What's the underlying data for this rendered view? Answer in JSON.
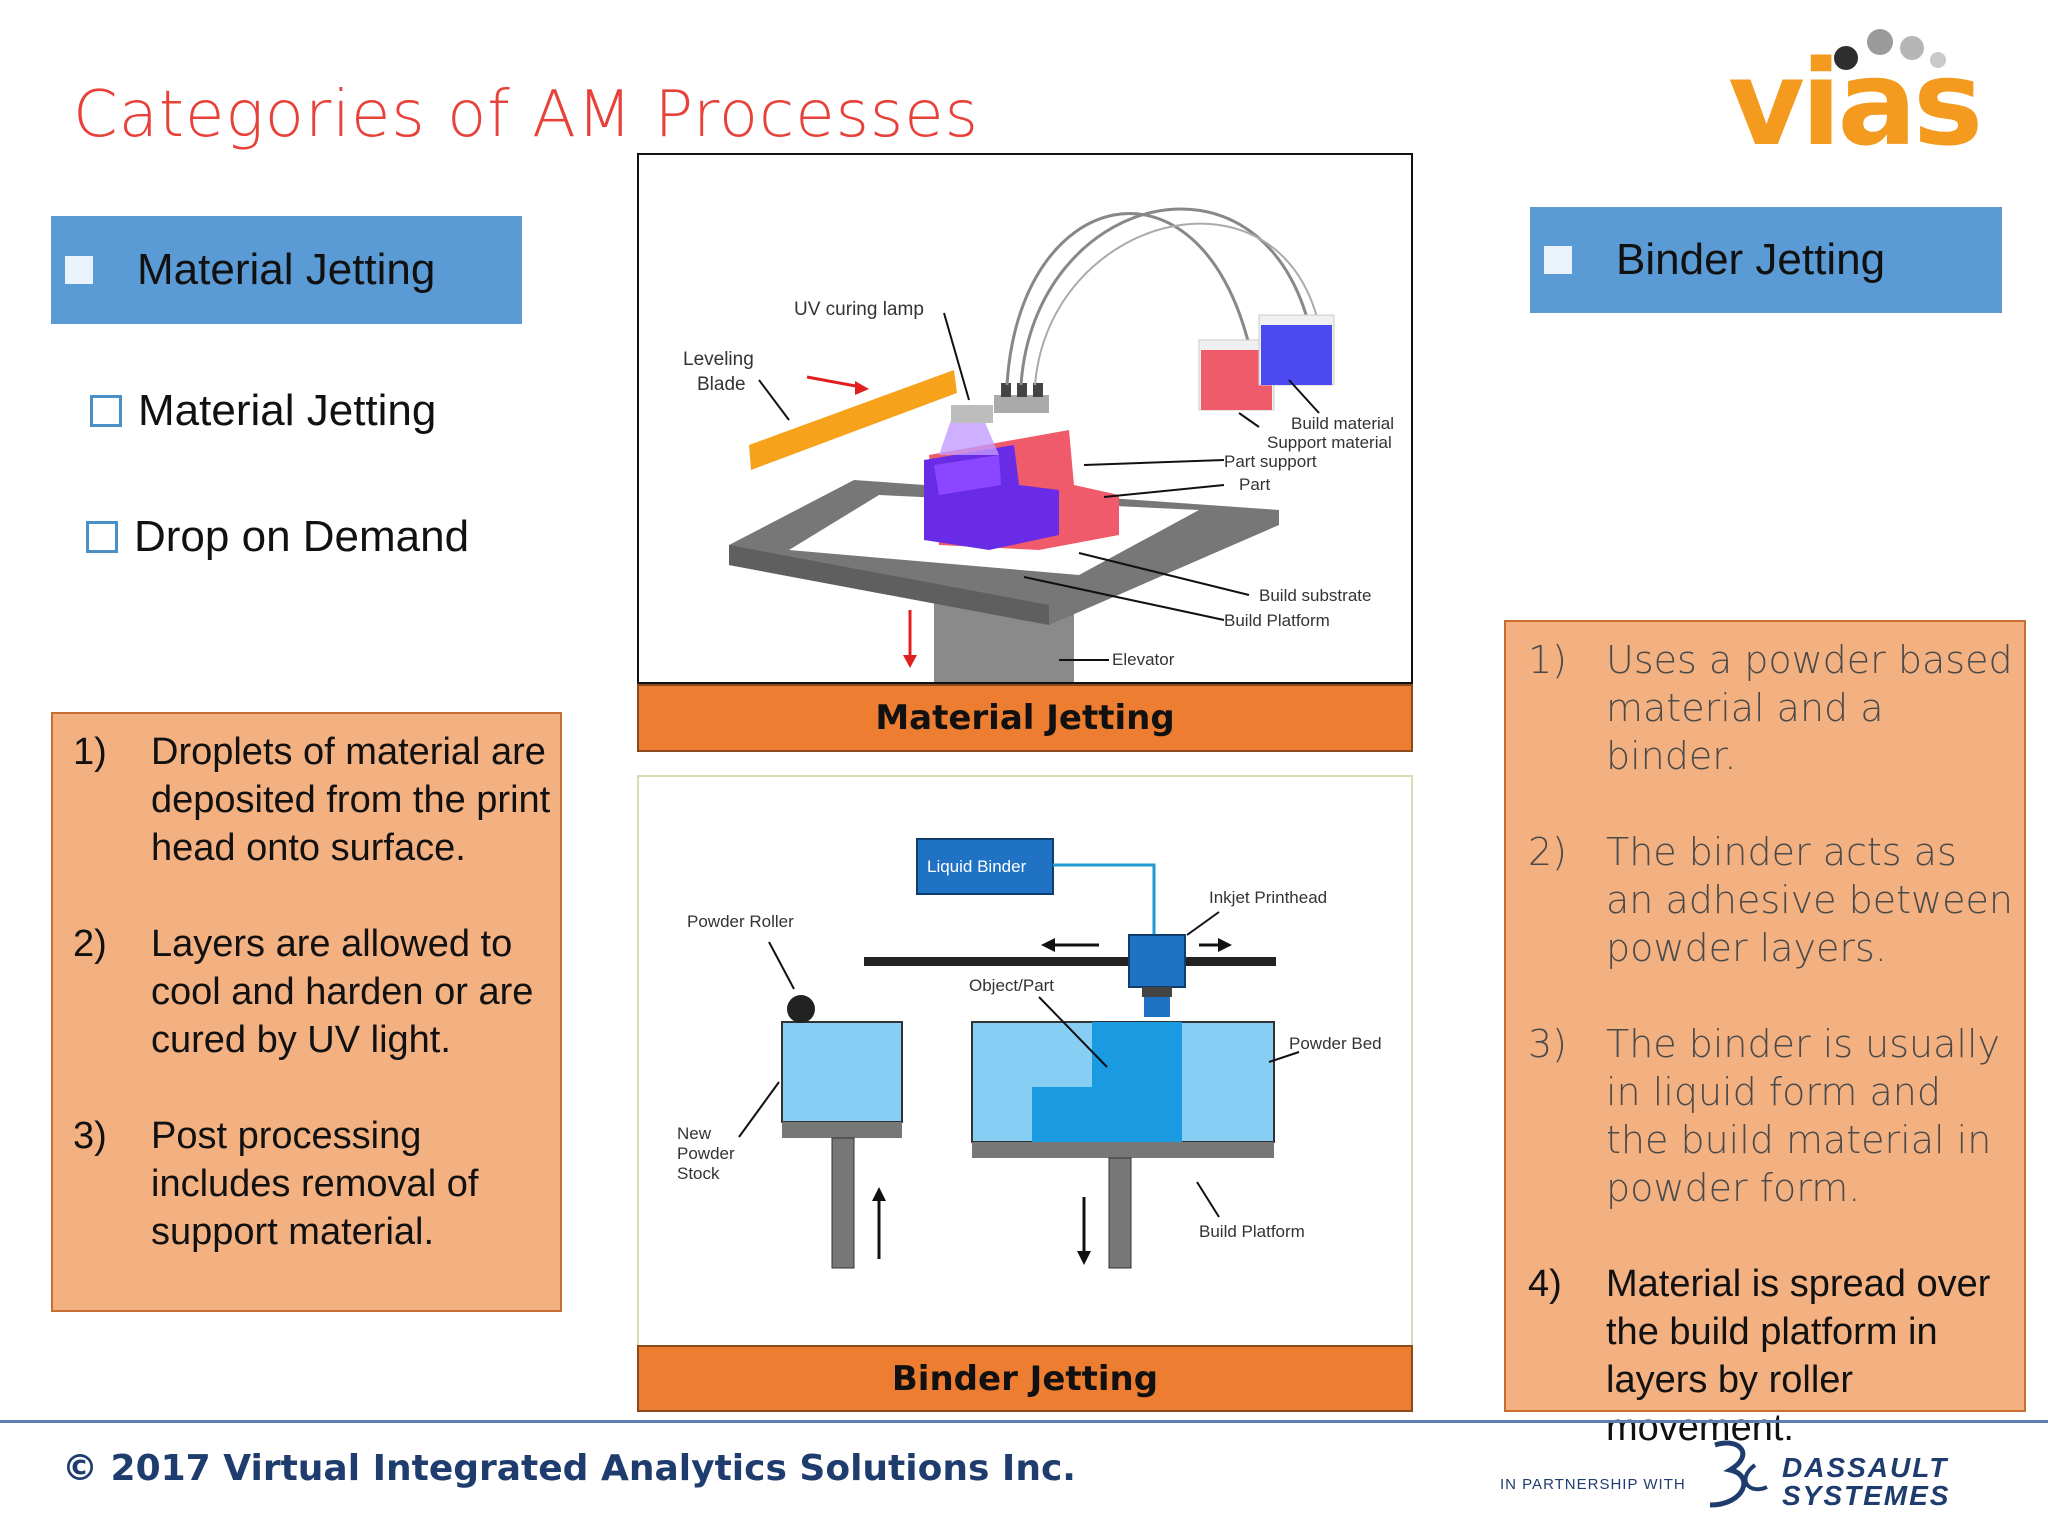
{
  "title": "Categories of AM Processes",
  "logo": {
    "text": "vias",
    "icon": "vias-dots-logo-icon"
  },
  "left_tab": {
    "label": "Material Jetting"
  },
  "right_tab": {
    "label": "Binder Jetting"
  },
  "sub_items": [
    {
      "label": "Material Jetting"
    },
    {
      "label": "Drop on Demand"
    }
  ],
  "left_list": [
    {
      "num": "1)",
      "text": "Droplets of material are deposited from the print head onto surface."
    },
    {
      "num": "2)",
      "text": "Layers are allowed to cool and harden or are cured by UV light."
    },
    {
      "num": "3)",
      "text": "Post processing includes removal of support material."
    }
  ],
  "right_list": [
    {
      "num": "1)",
      "text": "Uses a powder based material and a binder."
    },
    {
      "num": "2)",
      "text": "The binder acts as an adhesive between powder layers."
    },
    {
      "num": "3)",
      "text": "The binder is usually in liquid form and the build material in powder form."
    },
    {
      "num": "4)",
      "text": "Material is spread over the build platform in layers by roller movement."
    }
  ],
  "figure_top": {
    "caption": "Material Jetting",
    "labels": {
      "uv_lamp": "UV curing lamp",
      "leveling": "Leveling",
      "blade": "Blade",
      "build_material": "Build material",
      "support_material": "Support material",
      "part_support": "Part support",
      "part": "Part",
      "build_substrate": "Build substrate",
      "build_platform": "Build Platform",
      "elevator": "Elevator"
    }
  },
  "figure_bottom": {
    "caption": "Binder Jetting",
    "labels": {
      "liquid_binder": "Liquid Binder",
      "inkjet_printhead": "Inkjet Printhead",
      "powder_roller": "Powder Roller",
      "object_part": "Object/Part",
      "powder_bed": "Powder Bed",
      "new": "New",
      "powder": "Powder",
      "stock": "Stock",
      "build_platform": "Build Platform"
    }
  },
  "footer": {
    "copyright": "© 2017 Virtual Integrated Analytics Solutions Inc.",
    "partnership": "IN PARTNERSHIP WITH",
    "partner_line1": "DASSAULT",
    "partner_line2": "SYSTEMES",
    "partner_icon": "dassault-3ds-logo-icon"
  },
  "colors": {
    "title_red": "#e8413a",
    "tab_blue": "#5b9bd5",
    "box_orange": "#f3b081",
    "caption_orange": "#ed7d31",
    "logo_orange": "#f39a1f"
  }
}
